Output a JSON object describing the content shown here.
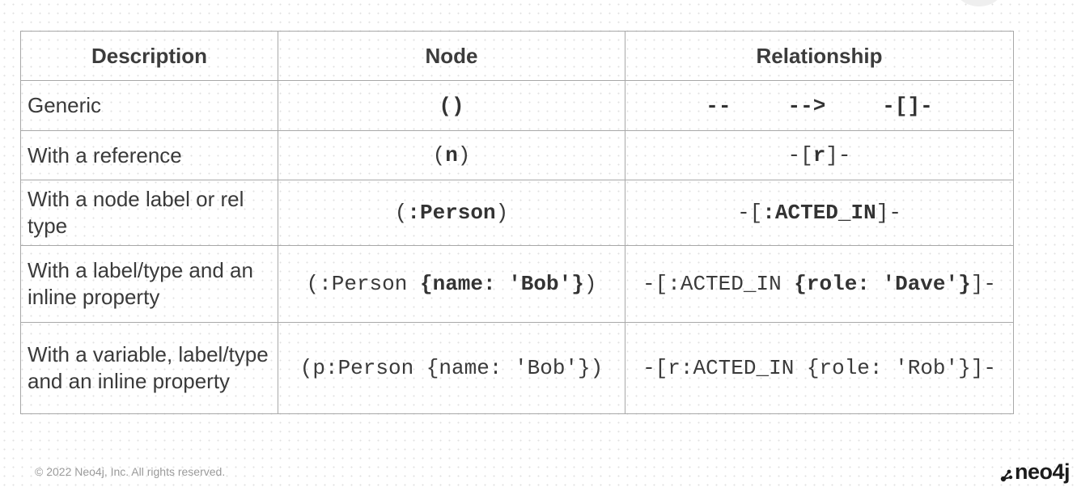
{
  "table": {
    "headers": {
      "description": "Description",
      "node": "Node",
      "relationship": "Relationship"
    },
    "rows": [
      {
        "description": "Generic",
        "node": {
          "pre": "",
          "bold": "()",
          "post": ""
        },
        "relationship": [
          "--",
          "-->",
          "-[]-"
        ]
      },
      {
        "description": "With a reference",
        "node": {
          "pre": "(",
          "bold": "n",
          "post": ")"
        },
        "relationship": {
          "pre": "-[",
          "bold": "r",
          "post": "]-"
        }
      },
      {
        "description": "With a node label or rel type",
        "node": {
          "pre": "(",
          "bold": ":Person",
          "post": ")"
        },
        "relationship": {
          "pre": "-[",
          "bold": ":ACTED_IN",
          "post": "]-"
        }
      },
      {
        "description": "With a label/type and an inline property",
        "node": {
          "pre": "(:Person ",
          "bold": "{name: 'Bob'}",
          "post": ")"
        },
        "relationship": {
          "pre": "-[:ACTED_IN ",
          "bold": "{role: 'Dave'}",
          "post": "]-"
        }
      },
      {
        "description": "With a variable, label/type and an inline property",
        "node": {
          "pre": "(p:Person {name: 'Bob'})",
          "bold": "",
          "post": ""
        },
        "relationship": {
          "pre": "-[r:ACTED_IN {role: 'Rob'}]-",
          "bold": "",
          "post": ""
        }
      }
    ]
  },
  "footer": {
    "copyright": "© 2022 Neo4j, Inc. All rights reserved."
  },
  "logo": {
    "text": "neo4j",
    "icon": "neo4j-graph-icon",
    "color": "#1b1b1b"
  },
  "colors": {
    "border": "#a8a8a8",
    "text": "#3a3a3a",
    "footer": "#9a9a9a"
  }
}
